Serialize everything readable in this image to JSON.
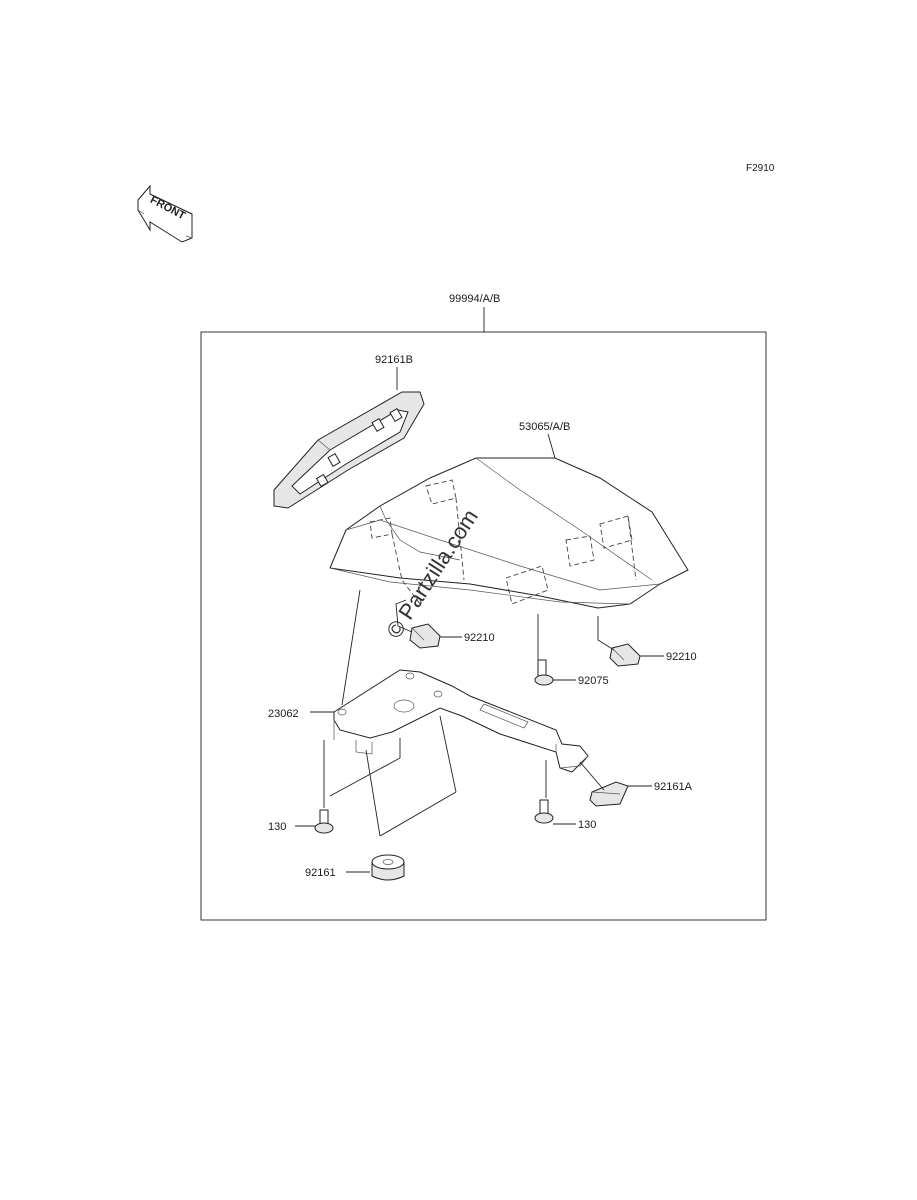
{
  "figure_code": "F2910",
  "front_arrow_text": "FRONT",
  "watermark": "© Partzilla.com",
  "parts": {
    "kit": "99994/A/B",
    "seat_cover_cap": "92161B",
    "seat_cover": "53065/A/B",
    "nut_left": "92210",
    "nut_right": "92210",
    "bolt_center": "92075",
    "bracket": "23062",
    "damper_right": "92161A",
    "bolt_left": "130",
    "bolt_right": "130",
    "damper_bottom": "92161"
  }
}
